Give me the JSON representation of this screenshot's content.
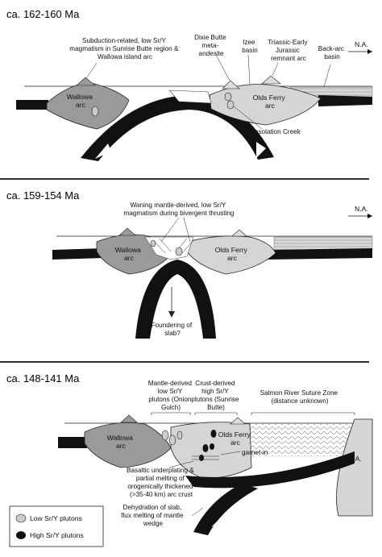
{
  "panels": [
    {
      "title": "ca. 162-160 Ma",
      "na_label": "N.A.",
      "labels": {
        "subduction": [
          "Subduction-related, low Sr/Y",
          "magmatism in Sunrise Butte region &",
          "Wallowa island arc"
        ],
        "dixie": [
          "Dixie Butte",
          "meta-",
          "andesite"
        ],
        "izee": [
          "Izee",
          "basin"
        ],
        "triassic": [
          "Triassic-Early",
          "Jurassic",
          "remnant arc"
        ],
        "backarc": [
          "Back-arc",
          "basin"
        ],
        "wallowa": [
          "Wallowa",
          "arc"
        ],
        "olds": [
          "Olds Ferry",
          "arc"
        ],
        "desolation": "Desolation Creek"
      }
    },
    {
      "title": "ca. 159-154 Ma",
      "na_label": "N.A.",
      "labels": {
        "waning": [
          "Waning mantle-derived, low Sr/Y",
          "magmatism during bivergent thrusting"
        ],
        "wallowa": [
          "Wallowa",
          "arc"
        ],
        "olds": [
          "Olds Ferry",
          "arc"
        ],
        "foundering": [
          "Foundering of",
          "slab?"
        ]
      }
    },
    {
      "title": "ca. 148-141 Ma",
      "labels": {
        "mantle": [
          "Mantle-derived",
          "low Sr/Y",
          "plutons (Onion",
          "Gulch)"
        ],
        "crust": [
          "Crust-derived",
          "high Sr/Y",
          "plutons (Sunrise",
          "Butte)"
        ],
        "salmon": [
          "Salmon River Suture Zone",
          "(distance unknown)"
        ],
        "wallowa": [
          "Wallowa",
          "arc"
        ],
        "olds": [
          "Olds Ferry",
          "arc"
        ],
        "na": "N.A.",
        "garnet": "garnet-in",
        "basaltic": [
          "Basaltic underplating &",
          "partial melting of",
          "orogenically thickened",
          "(>35-40 km) arc crust"
        ],
        "dehydration": [
          "Dehydration of slab,",
          "flux melting of mantle",
          "wedge"
        ]
      }
    }
  ],
  "legend": {
    "low": "Low Sr/Y plutons",
    "high": "High Sr/Y plutons"
  }
}
